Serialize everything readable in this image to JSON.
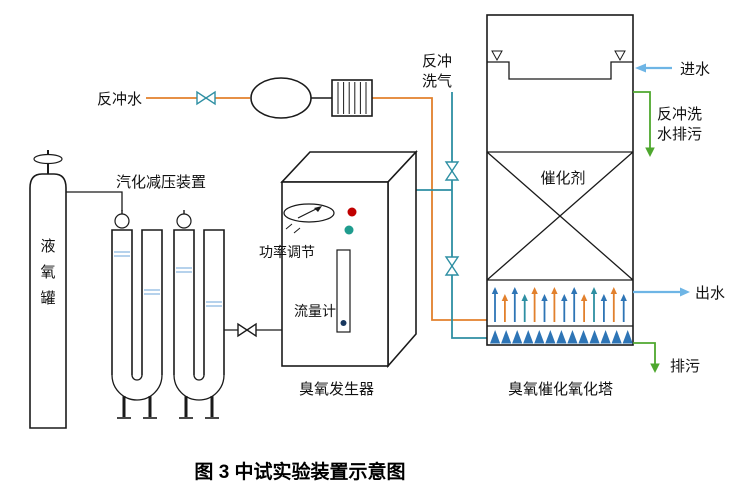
{
  "figure": {
    "caption": "图 3  中试实验装置示意图"
  },
  "labels": {
    "backwash_water": "反冲水",
    "vaporizer": "汽化减压装置",
    "backwash_gas": [
      "反冲",
      "洗气"
    ],
    "tank": [
      "液",
      "氧",
      "罐"
    ],
    "power_adjust": "功率调节",
    "flow_meter": "流量计",
    "ozone_generator": "臭氧发生器",
    "catalyst": "催化剂",
    "ozone_tower": "臭氧催化氧化塔",
    "water_inlet": "进水",
    "backwash_drain": [
      "反冲洗",
      "水排污"
    ],
    "water_outlet": "出水",
    "drain": "排污"
  },
  "colors": {
    "line_backwash_water": "#E2802C",
    "line_gas": "#2E8FA3",
    "line_drain": "#4EA72E",
    "arrow_inlet_outlet": "#6EB5E5",
    "nozzle_triangle": "#2E75B6",
    "upflow_blue": "#2E75B6",
    "upflow_orange": "#E2802C",
    "upflow_teal": "#2E8FA3",
    "indicator_red": "#C00000",
    "indicator_green": "#1F9C8E",
    "flow_float": "#17375E",
    "tube_liquid": "#9DC3E6"
  }
}
